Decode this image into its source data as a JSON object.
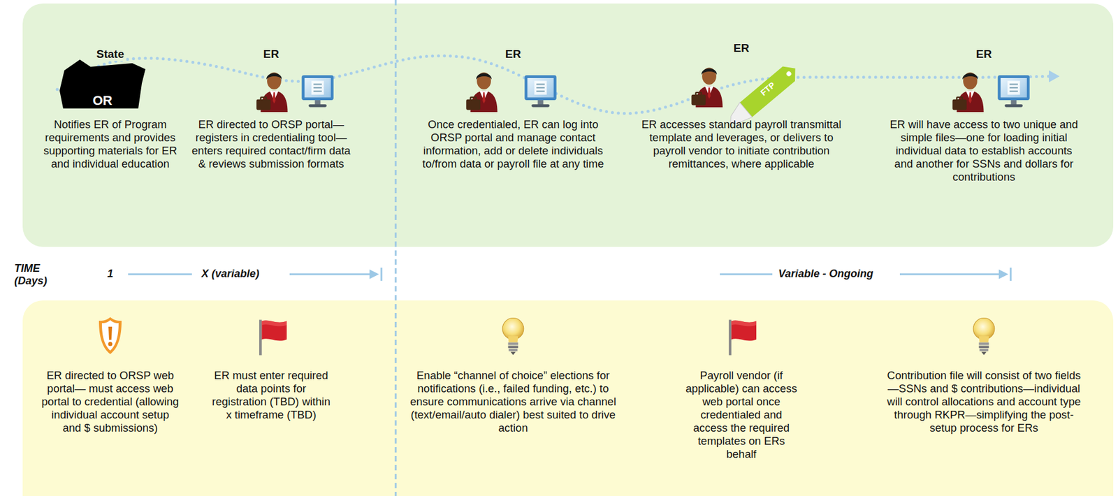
{
  "diagram": {
    "nodes": [
      {
        "text": [
          "State",
          "Notifies ER of Program requirements and provides supporting materials for ER and individual education"
        ]
      },
      {
        "text": [
          "ER",
          "ER directed to ORSP portal—registers in credentialing tool—enters required contact/firm data & reviews submission formats"
        ]
      },
      {
        "text": [
          "ER",
          "Once credentialed, ER can log into ORSP portal and manage contact information, add or delete individuals to/from data or payroll file at any time"
        ]
      },
      {
        "text": [
          "ER",
          "ER accesses standard payroll transmittal template and leverages, or delivers to payroll vendor to initiate contribution remittances, where applicable"
        ]
      },
      {
        "text": [
          "ER",
          "ER will have access to two unique and simple files—one for loading initial individual data to establish accounts and another for SSNs and dollars for contributions"
        ]
      },
      {
        "text": [
          "ER directed to ORSP web portal— must access web portal to credential (allowing individual account setup and $ submissions)"
        ]
      },
      {
        "text": [
          "ER must enter required data points for registration (TBD) within x timeframe (TBD)"
        ]
      },
      {
        "text": [
          "Enable “channel of choice” elections for notifications (i.e., failed funding, etc.) to ensure communications arrive via channel (text/email/auto dialer) best suited to drive action"
        ]
      },
      {
        "text": [
          "Payroll vendor (if applicable) can access web portal once credentialed and access the required templates on ERs behalf"
        ]
      },
      {
        "text": [
          "Contribution file will consist of two fields—SSNs and $ contributions—individual will control allocations and account type through RKPR—simplifying the post-setup process for ERs"
        ]
      }
    ],
    "labels": [
      "OR",
      "FTP",
      "TIME (Days)",
      "1",
      "X (variable)",
      "Variable - Ongoing"
    ]
  }
}
